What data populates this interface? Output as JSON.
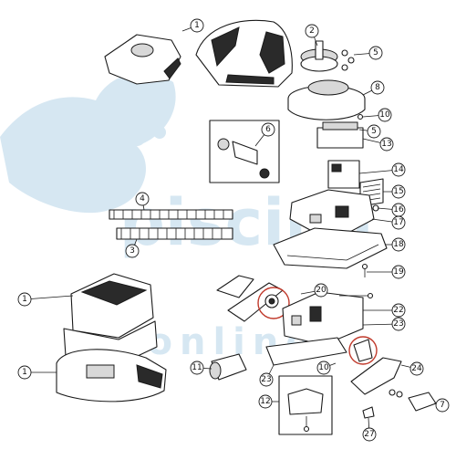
{
  "watermark": {
    "brand": "piscina",
    "sub": "online",
    "color": "#cfe3f0"
  },
  "accent_color": "#c0392b",
  "callouts": [
    {
      "id": "c1a",
      "label": "1"
    },
    {
      "id": "c2",
      "label": "2"
    },
    {
      "id": "c5a",
      "label": "5"
    },
    {
      "id": "c8",
      "label": "8"
    },
    {
      "id": "c10a",
      "label": "10"
    },
    {
      "id": "c5b",
      "label": "5"
    },
    {
      "id": "c6",
      "label": "6"
    },
    {
      "id": "c13",
      "label": "13"
    },
    {
      "id": "c14",
      "label": "14"
    },
    {
      "id": "c4",
      "label": "4"
    },
    {
      "id": "c15",
      "label": "15"
    },
    {
      "id": "c16",
      "label": "16"
    },
    {
      "id": "c17",
      "label": "17"
    },
    {
      "id": "c3",
      "label": "3"
    },
    {
      "id": "c18",
      "label": "18"
    },
    {
      "id": "c19",
      "label": "19"
    },
    {
      "id": "c1b",
      "label": "1"
    },
    {
      "id": "c20",
      "label": "20"
    },
    {
      "id": "c22",
      "label": "22"
    },
    {
      "id": "c23a",
      "label": "23"
    },
    {
      "id": "c11",
      "label": "11"
    },
    {
      "id": "c10b",
      "label": "10"
    },
    {
      "id": "c1c",
      "label": "1"
    },
    {
      "id": "c24",
      "label": "24"
    },
    {
      "id": "c23b",
      "label": "23"
    },
    {
      "id": "c12",
      "label": "12"
    },
    {
      "id": "c7",
      "label": "7"
    },
    {
      "id": "c27",
      "label": "27"
    }
  ]
}
